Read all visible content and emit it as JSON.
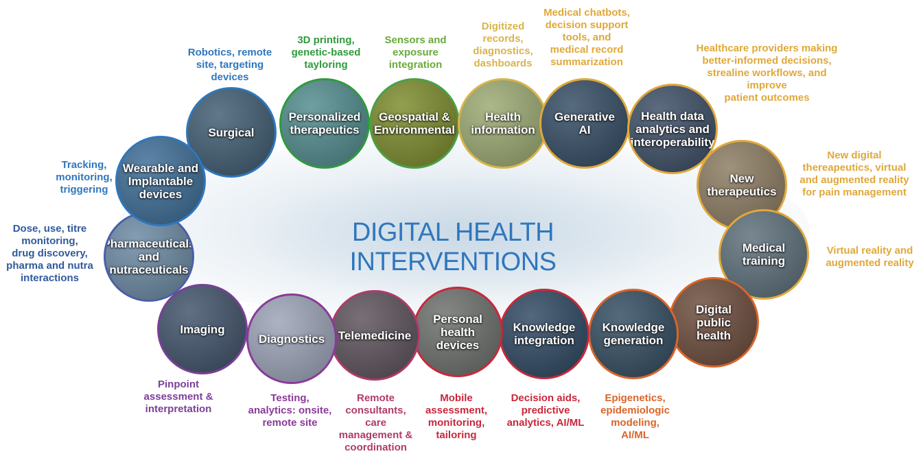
{
  "title": "DIGITAL HEALTH INTERVENTIONS",
  "colors": {
    "title": "#2f77bd",
    "blue": "#2f77bd",
    "green": "#2f9a3c",
    "gold": "#e0a83a",
    "purple": "#7a3f98",
    "red": "#c8283a",
    "orange": "#d9652a"
  },
  "nodes": [
    {
      "id": "surgical",
      "label": "Surgical",
      "description": "Robotics, remote\nsite, targeting\ndevices",
      "border": "#2f77bd",
      "fill": "#3d5a70",
      "desc_color": "#2f77bd"
    },
    {
      "id": "personalized",
      "label": "Personalized\ntherapeutics",
      "description": "3D printing,\ngenetic-based\ntayloring",
      "border": "#2f9a3c",
      "fill": "#4f8a8c",
      "desc_color": "#2f9a3c"
    },
    {
      "id": "geospatial",
      "label": "Geospatial &\nEnvironmental",
      "description": "Sensors and\nexposure\nintegration",
      "border": "#4aa046",
      "fill": "#7a8a2a",
      "desc_color": "#6aaa3a"
    },
    {
      "id": "health-information",
      "label": "Health\ninformation",
      "description": "Digitized\nrecords,\ndiagnostics,\ndashboards",
      "border": "#d9b44a",
      "fill": "#9aa870",
      "desc_color": "#d9b44a"
    },
    {
      "id": "generative-ai",
      "label": "Generative\nAI",
      "description": "Medical chatbots,\ndecision support\ntools, and\nmedical record\nsummarization",
      "border": "#e0a83a",
      "fill": "#324a62",
      "desc_color": "#e0a83a"
    },
    {
      "id": "health-data",
      "label": "Health data\nanalytics and\ninteroperability",
      "description": "Healthcare providers making\nbetter-informed decisions,\nstrealine workflows, and improve\npatient outcomes",
      "border": "#e0a83a",
      "fill": "#3a4c64",
      "desc_color": "#e0a83a"
    },
    {
      "id": "new-therapeutics",
      "label": "New\ntherapeutics",
      "description": "New digital\nthereapeutics, virtual\nand augmented reality\nfor pain management",
      "border": "#e0a83a",
      "fill": "#8a7a60",
      "desc_color": "#e0a83a"
    },
    {
      "id": "medical-training",
      "label": "Medical\ntraining",
      "description": "Virtual reality and\naugmented reality",
      "border": "#e0a83a",
      "fill": "#5a6d78",
      "desc_color": "#e0a83a"
    },
    {
      "id": "digital-public-health",
      "label": "Digital\npublic\nhealth",
      "description": "",
      "border": "#d9652a",
      "fill": "#6a4a3a",
      "desc_color": "#d9652a"
    },
    {
      "id": "knowledge-generation",
      "label": "Knowledge\ngeneration",
      "description": "Epigenetics,\nepidemiologic\nmodeling,\nAI/ML",
      "border": "#d9652a",
      "fill": "#304a5e",
      "desc_color": "#d9652a"
    },
    {
      "id": "knowledge-integration",
      "label": "Knowledge\nintegration",
      "description": "Decision aids,\npredictive\nanalytics, AI/ML",
      "border": "#c8283a",
      "fill": "#2c4660",
      "desc_color": "#c8283a"
    },
    {
      "id": "personal-health-devices",
      "label": "Personal\nhealth\ndevices",
      "description": "Mobile\nassessment,\nmonitoring,\ntailoring",
      "border": "#c8283a",
      "fill": "#6a6e6a",
      "desc_color": "#c8283a"
    },
    {
      "id": "telemedicine",
      "label": "Telemedicine",
      "description": "Remote\nconsultants,\ncare\nmanagement &\ncoordination",
      "border": "#b03a6a",
      "fill": "#5a5058",
      "desc_color": "#b03a6a"
    },
    {
      "id": "diagnostics",
      "label": "Diagnostics",
      "description": "Testing,\nanalytics: onsite,\nremote site",
      "border": "#8a3a98",
      "fill": "#9aa2b6",
      "desc_color": "#8a3a98"
    },
    {
      "id": "imaging",
      "label": "Imaging",
      "description": "Pinpoint\nassessment &\ninterpretation",
      "border": "#7a3f98",
      "fill": "#3e5068",
      "desc_color": "#7a3f98"
    },
    {
      "id": "pharmaceuticals",
      "label": "Pharmaceuticals\nand\nnutraceuticals",
      "description": "Dose, use, titre\nmonitoring,\ndrug discovery,\npharma and nutra\ninteractions",
      "border": "#4a5fa8",
      "fill": "#6a88a2",
      "desc_color": "#2f5a9a"
    },
    {
      "id": "wearable",
      "label": "Wearable and\nImplantable\ndevices",
      "description": "Tracking,\nmonitoring,\ntriggering",
      "border": "#2f77bd",
      "fill": "#3a6a94",
      "desc_color": "#2f77bd"
    }
  ]
}
